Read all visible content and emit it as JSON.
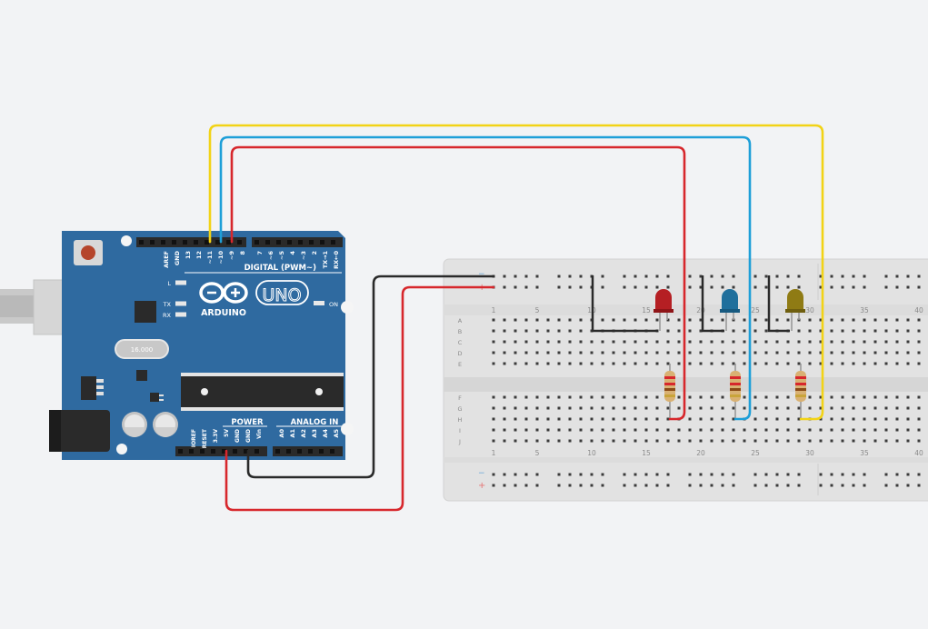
{
  "arduino": {
    "digital_header_label": "DIGITAL (PWM~)",
    "digital_pin_labels": [
      "AREF",
      "GND",
      "13",
      "12",
      "~11",
      "~10",
      "~9",
      "8",
      "7",
      "~6",
      "~5",
      "4",
      "~3",
      "2",
      "TX→1",
      "RX←0"
    ],
    "led_labels": [
      "L",
      "TX",
      "RX"
    ],
    "on_label": "ON",
    "brand": "ARDUINO",
    "model": "UNO",
    "crystal_label": "16.000",
    "power_label": "POWER",
    "analog_label": "ANALOG IN",
    "power_pin_labels": [
      "IOREF",
      "RESET",
      "3.3V",
      "5V",
      "GND",
      "GND",
      "Vin"
    ],
    "analog_pin_labels": [
      "A0",
      "A1",
      "A2",
      "A3",
      "A4",
      "A5"
    ],
    "usb_icon": "usb-connector",
    "barrel_icon": "dc-barrel-jack",
    "reset_icon": "reset-button"
  },
  "breadboard": {
    "column_numbers": [
      "1",
      "5",
      "10",
      "15",
      "20",
      "25",
      "30",
      "35",
      "40"
    ],
    "row_letters_top": [
      "A",
      "B",
      "C",
      "D",
      "E"
    ],
    "row_letters_bottom": [
      "F",
      "G",
      "H",
      "I",
      "J"
    ],
    "rail_minus": "−",
    "rail_plus": "+"
  },
  "components": {
    "leds": [
      {
        "name": "red-led",
        "color": "#b51f23"
      },
      {
        "name": "blue-led",
        "color": "#1f6f9c"
      },
      {
        "name": "yellow-led",
        "color": "#8f7b14"
      }
    ],
    "resistor_color": "#d9b173"
  },
  "colors": {
    "board": "#2f6aa0",
    "board_dark": "#24588a",
    "wire_yellow": "#f2d316",
    "wire_blue": "#1e9fd8",
    "wire_red": "#d7272c",
    "wire_black": "#2a2a2a",
    "breadboard": "#e3e3e3"
  }
}
